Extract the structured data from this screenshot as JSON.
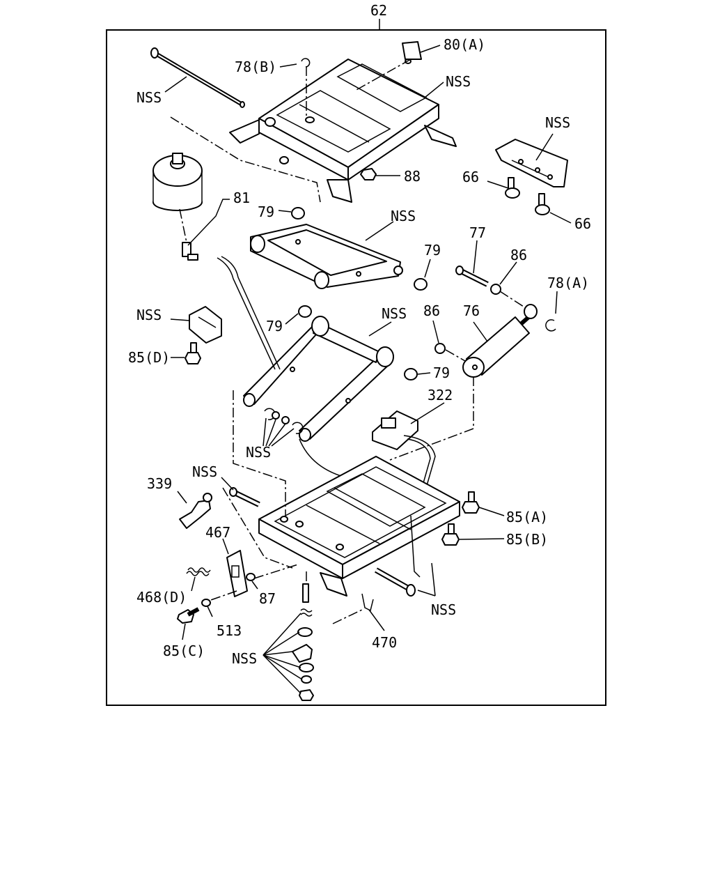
{
  "diagram": {
    "group_number": "62",
    "callouts": {
      "c80a": "80(A)",
      "c78b": "78(B)",
      "nss_rod": "NSS",
      "nss_top": "NSS",
      "nss_bracket": "NSS",
      "c88": "88",
      "c66a": "66",
      "c66b": "66",
      "c81": "81",
      "c79a": "79",
      "nss_upper_arm": "NSS",
      "c79b": "79",
      "c77": "77",
      "c86a": "86",
      "c78a": "78(A)",
      "nss_clip": "NSS",
      "c85d": "85(D)",
      "c79c": "79",
      "nss_lower_arm": "NSS",
      "c86b": "86",
      "c76": "76",
      "c79d": "79",
      "c322": "322",
      "nss_rings": "NSS",
      "nss_pin": "NSS",
      "c339": "339",
      "c85a": "85(A)",
      "c85b": "85(B)",
      "c467": "467",
      "c468d": "468(D)",
      "c87": "87",
      "c513": "513",
      "c85c": "85(C)",
      "nss_base": "NSS",
      "c470": "470",
      "nss_hardware": "NSS"
    }
  }
}
